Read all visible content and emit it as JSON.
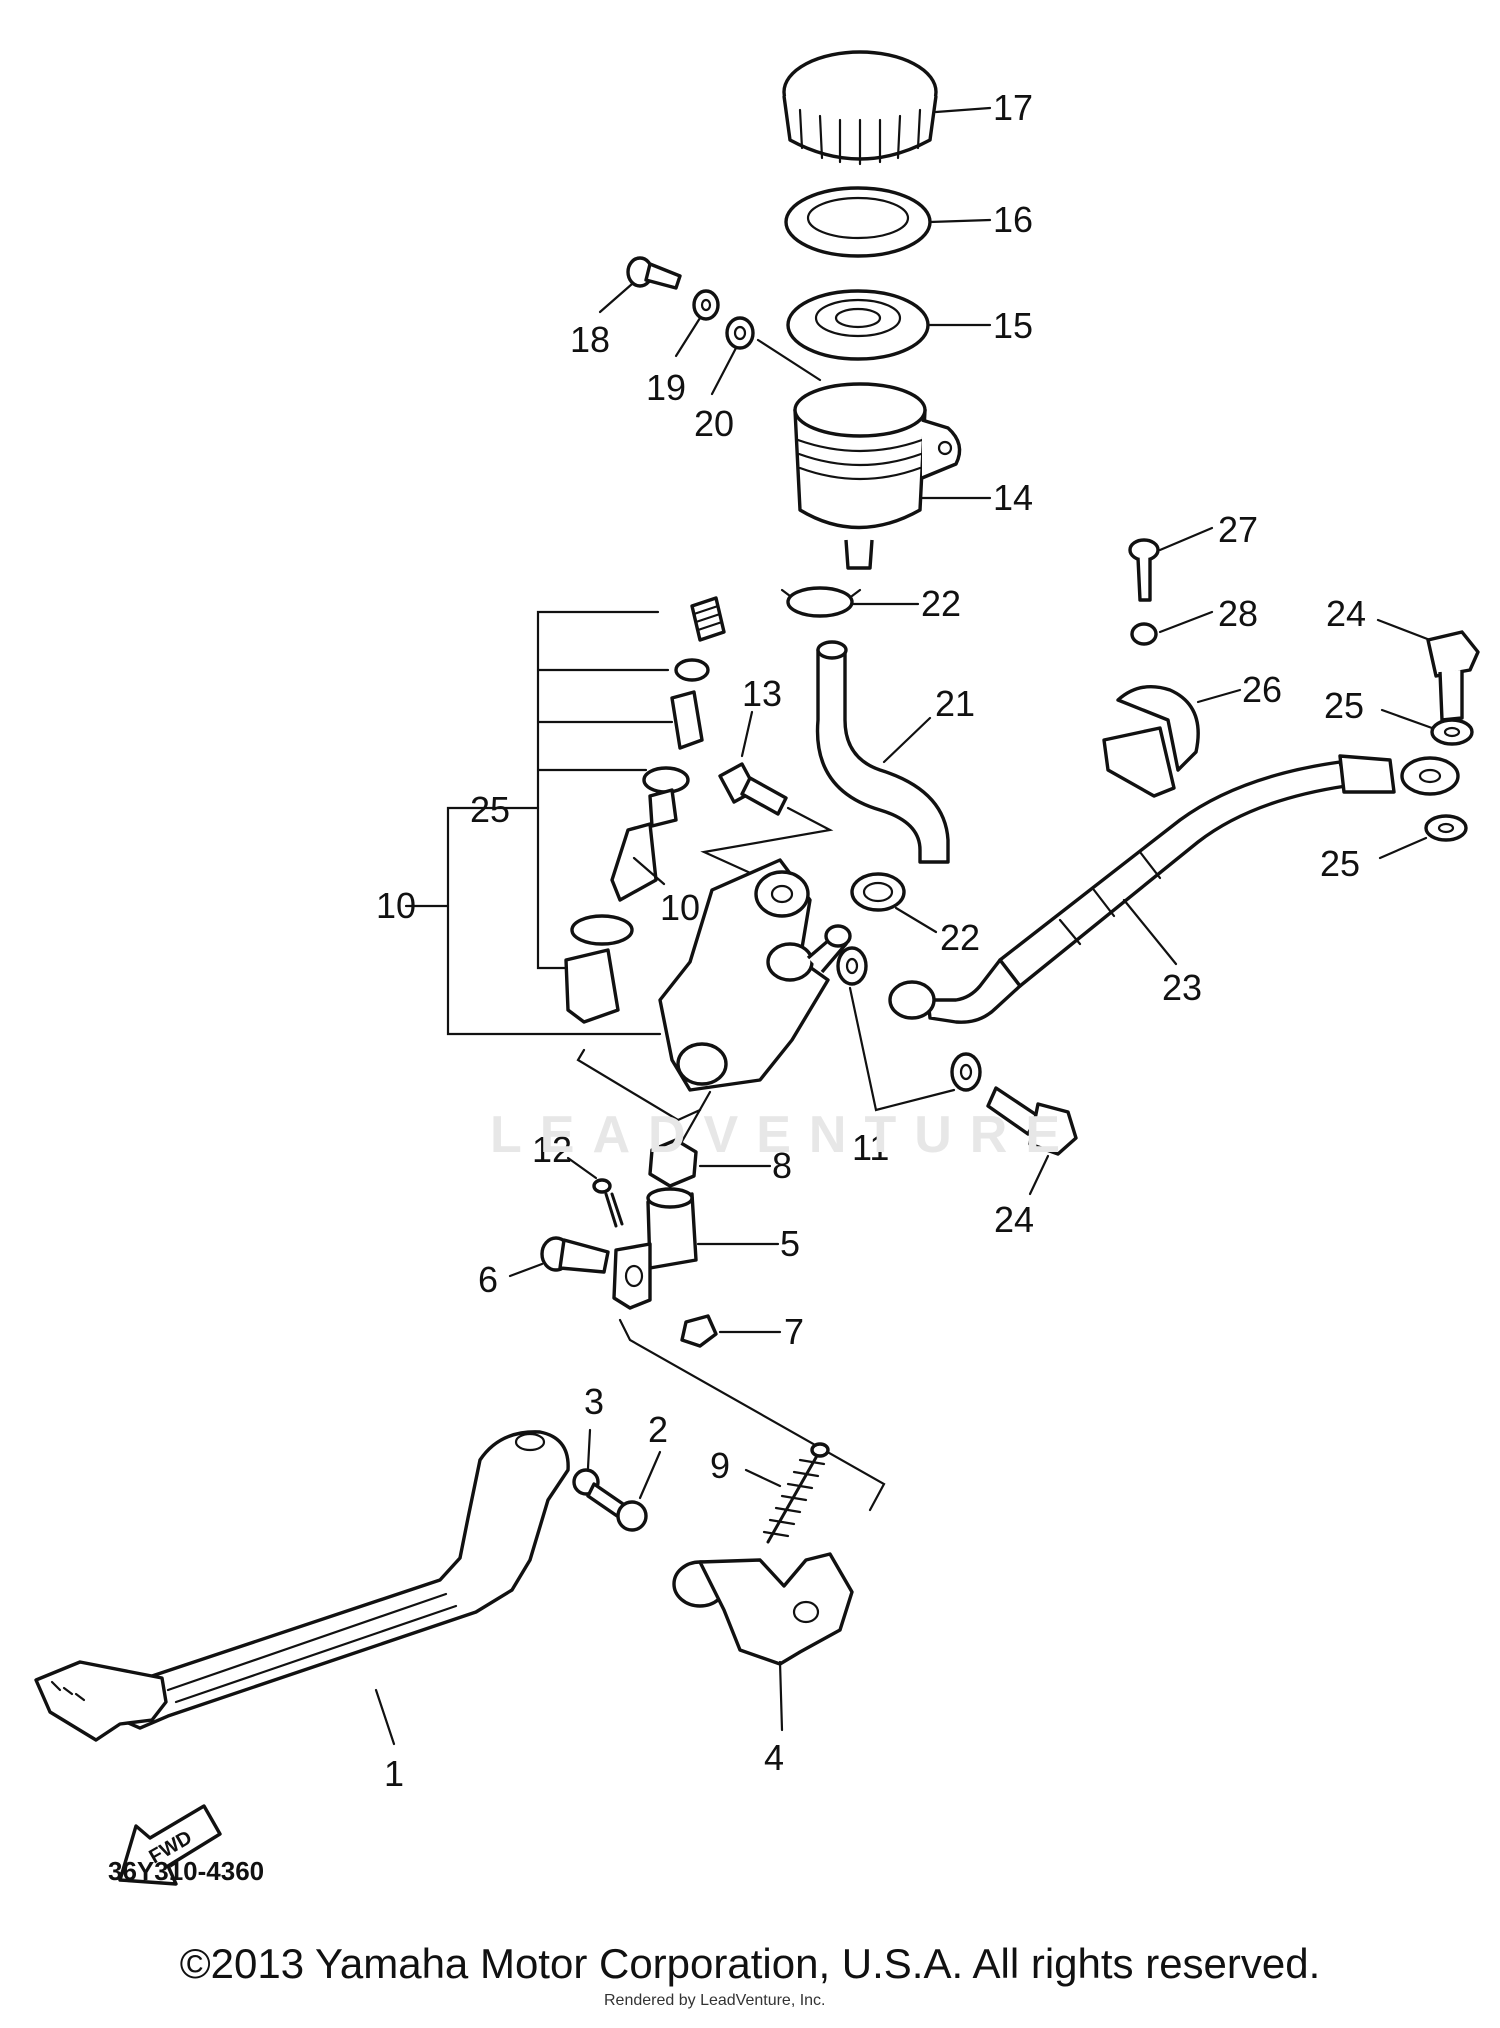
{
  "diagram": {
    "code": "36Y310-4360",
    "watermark": "LEADVENTURE",
    "fwd_label": "FWD",
    "copyright": "©2013 Yamaha Motor Corporation, U.S.A. All rights reserved.",
    "render_credit": "Rendered by LeadVenture, Inc.",
    "callouts": [
      {
        "id": "c17",
        "label": "17"
      },
      {
        "id": "c16",
        "label": "16"
      },
      {
        "id": "c15",
        "label": "15"
      },
      {
        "id": "c18",
        "label": "18"
      },
      {
        "id": "c19",
        "label": "19"
      },
      {
        "id": "c20",
        "label": "20"
      },
      {
        "id": "c14",
        "label": "14"
      },
      {
        "id": "c27",
        "label": "27"
      },
      {
        "id": "c22a",
        "label": "22"
      },
      {
        "id": "c28",
        "label": "28"
      },
      {
        "id": "c24a",
        "label": "24"
      },
      {
        "id": "c26",
        "label": "26"
      },
      {
        "id": "c25a",
        "label": "25"
      },
      {
        "id": "c13",
        "label": "13"
      },
      {
        "id": "c21",
        "label": "21"
      },
      {
        "id": "c11",
        "label": "11"
      },
      {
        "id": "c25b",
        "label": "25"
      },
      {
        "id": "c10a",
        "label": "10"
      },
      {
        "id": "c10b",
        "label": "10"
      },
      {
        "id": "c22b",
        "label": "22"
      },
      {
        "id": "c23",
        "label": "23"
      },
      {
        "id": "c25c",
        "label": "25"
      },
      {
        "id": "c8",
        "label": "8"
      },
      {
        "id": "c12",
        "label": "12"
      },
      {
        "id": "c24b",
        "label": "24"
      },
      {
        "id": "c6",
        "label": "6"
      },
      {
        "id": "c5",
        "label": "5"
      },
      {
        "id": "c7",
        "label": "7"
      },
      {
        "id": "c3",
        "label": "3"
      },
      {
        "id": "c2",
        "label": "2"
      },
      {
        "id": "c9",
        "label": "9"
      },
      {
        "id": "c1",
        "label": "1"
      },
      {
        "id": "c4",
        "label": "4"
      }
    ]
  }
}
